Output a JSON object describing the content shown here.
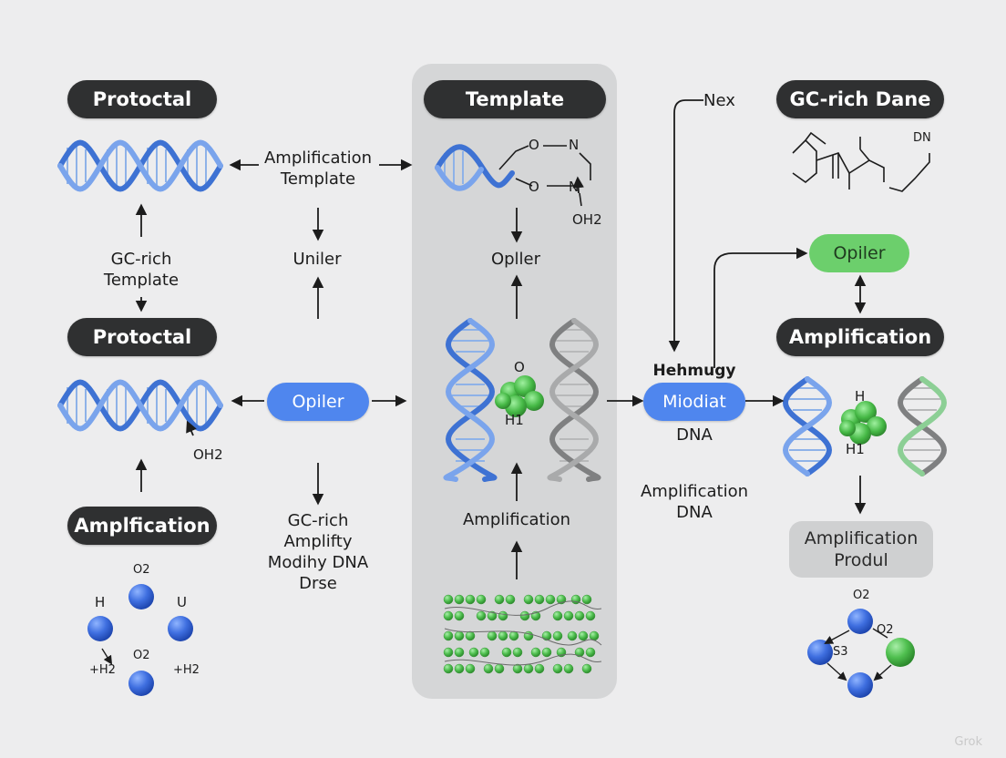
{
  "left": {
    "pill_top": "Protoctal",
    "pill_mid": "Protoctal",
    "pill_bottom": "Amplfication",
    "gc_label": [
      "GC-rich",
      "Template"
    ],
    "oh2_label": "OH2",
    "molecules": {
      "o2_top": "O2",
      "h": "H",
      "u": "U",
      "h2_left": "+H2",
      "o2_bottom": "O2",
      "h2_right": "+H2"
    }
  },
  "col2": {
    "amp_template": [
      "Amplification",
      "Template"
    ],
    "uniler": "Uniler",
    "opiler_button": "Opiler",
    "gc_block": [
      "GC-rich",
      "Amplifty",
      "Modihy DNA",
      "Drse"
    ]
  },
  "center": {
    "pill_top": "Template",
    "oh2": "OH2",
    "opller": "Opller",
    "o": "O",
    "h1": "H1",
    "amplification": "Amplification",
    "ring_atoms": [
      "O",
      "N",
      "O",
      "N"
    ]
  },
  "col4": {
    "nex": "Nex",
    "hehmugy": "Hehmugy",
    "miodiat": "Miodiat",
    "dna": "DNA",
    "amp_dna": [
      "Amplification",
      "DNA"
    ]
  },
  "right": {
    "pill_top": "GC-rich Dane",
    "opiler": "Opiler",
    "pill_mid": "Amplification",
    "h": "H",
    "h1": "H1",
    "product": [
      "Amplification",
      "Produl"
    ],
    "dn_label": "DN",
    "molecules": {
      "o2_top": "O2",
      "o2_right": "O2",
      "s3": "S3"
    }
  },
  "colors": {
    "dark_pill": "#2f3031",
    "blue": "#4f86ee",
    "green": "#6ccf6c",
    "dna_blue": "#4a7fd6",
    "dna_light": "#9ec0ef",
    "dna_gray": "#8f9091",
    "dna_green": "#93c99a",
    "panel": "#d5d6d7"
  },
  "watermark": "Grok"
}
